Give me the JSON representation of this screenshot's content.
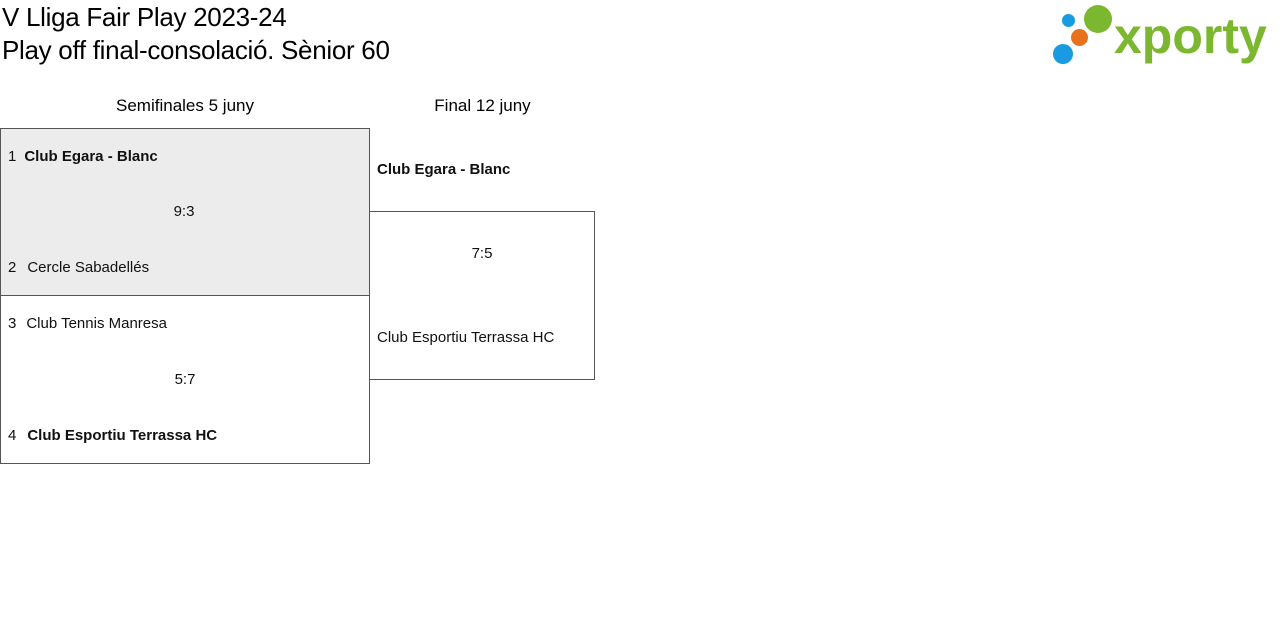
{
  "header": {
    "title_line1": "V Lliga Fair Play 2023-24",
    "title_line2": "Play off final-consolació. Sènior 60"
  },
  "logo": {
    "text": "xporty",
    "colors": {
      "green": "#7cb82f",
      "orange": "#e8721c",
      "blue": "#1a9ae0"
    }
  },
  "rounds": {
    "semis_title": "Semifinales 5 juny",
    "final_title": "Final 12 juny"
  },
  "semis": [
    {
      "top_seed": "1",
      "top_team": "Club Egara - Blanc",
      "score": "9:3",
      "bottom_seed": "2",
      "bottom_team": "Cercle Sabadellés"
    },
    {
      "top_seed": "3",
      "top_team": "Club Tennis Manresa",
      "score": "5:7",
      "bottom_seed": "4",
      "bottom_team": "Club Esportiu Terrassa HC"
    }
  ],
  "final": {
    "top_team": "Club Egara - Blanc",
    "score": "7:5",
    "bottom_team": "Club Esportiu Terrassa HC"
  }
}
